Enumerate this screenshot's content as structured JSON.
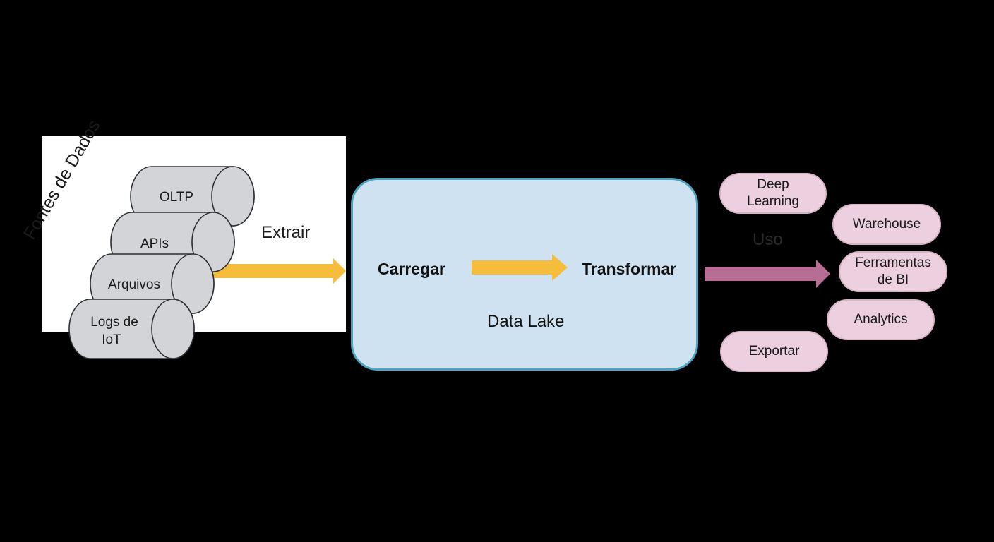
{
  "diagram": {
    "sources": {
      "title": "Fontes de Dados",
      "items": [
        {
          "label": "OLTP"
        },
        {
          "label": "APIs"
        },
        {
          "label": "Arquivos"
        },
        {
          "label": "Logs de\nIoT"
        }
      ],
      "cylinder_color": "#d3d4d8",
      "panel_color": "#ffffff"
    },
    "extract": {
      "label": "Extrair",
      "arrow_color": "#f6bd3c"
    },
    "data_lake": {
      "label": "Data Lake",
      "load_label": "Carregar",
      "transform_label": "Transformar",
      "fill_color": "#cfe2f1",
      "border_color": "#4ea3bd"
    },
    "use": {
      "label": "Uso",
      "arrow_color": "#b86d94",
      "consumers": [
        {
          "label": "Deep\nLearning"
        },
        {
          "label": "Warehouse"
        },
        {
          "label": "Ferramentas\nde BI"
        },
        {
          "label": "Analytics"
        },
        {
          "label": "Exportar"
        }
      ],
      "pill_color": "#ecd0df"
    }
  }
}
